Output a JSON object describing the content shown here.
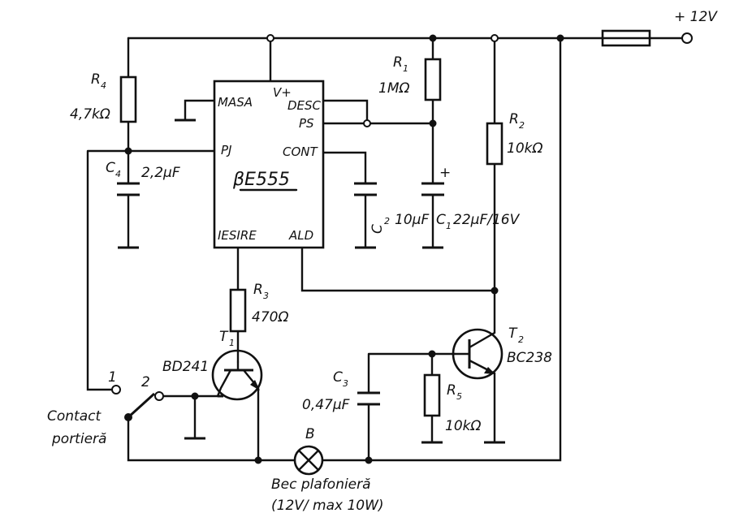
{
  "supply": {
    "label": "+ 12V"
  },
  "ic": {
    "name": "βE555",
    "pins": {
      "gnd": "MASA",
      "vcc": "V+",
      "disch": "DESC",
      "thr": "PS",
      "trig": "PJ",
      "ctrl": "CONT",
      "out": "IESIRE",
      "reset": "ALD"
    }
  },
  "components": {
    "r4": {
      "ref": "R",
      "sub": "4",
      "value": "4,7kΩ"
    },
    "r1": {
      "ref": "R",
      "sub": "1",
      "value": "1MΩ"
    },
    "r2": {
      "ref": "R",
      "sub": "2",
      "value": "10kΩ"
    },
    "r3": {
      "ref": "R",
      "sub": "3",
      "value": "470Ω"
    },
    "r5": {
      "ref": "R",
      "sub": "5",
      "value": "10kΩ"
    },
    "c4": {
      "ref": "C",
      "sub": "4",
      "value": "2,2μF"
    },
    "c2": {
      "ref": "C",
      "sub": "2",
      "value": "10μF"
    },
    "c1": {
      "ref": "C",
      "sub": "1",
      "value": "22μF/16V",
      "polarity": "+"
    },
    "c3": {
      "ref": "C",
      "sub": "3",
      "value": "0,47μF"
    },
    "t1": {
      "ref": "T",
      "sub": "1",
      "value": "BD241"
    },
    "t2": {
      "ref": "T",
      "sub": "2",
      "value": "BC238"
    },
    "lamp": {
      "ref": "B",
      "caption": "Bec  plafonieră",
      "rating": "(12V/ max 10W)"
    },
    "switch": {
      "pos1": "1",
      "pos2": "2",
      "caption_line1": "Contact",
      "caption_line2": "portieră"
    }
  }
}
